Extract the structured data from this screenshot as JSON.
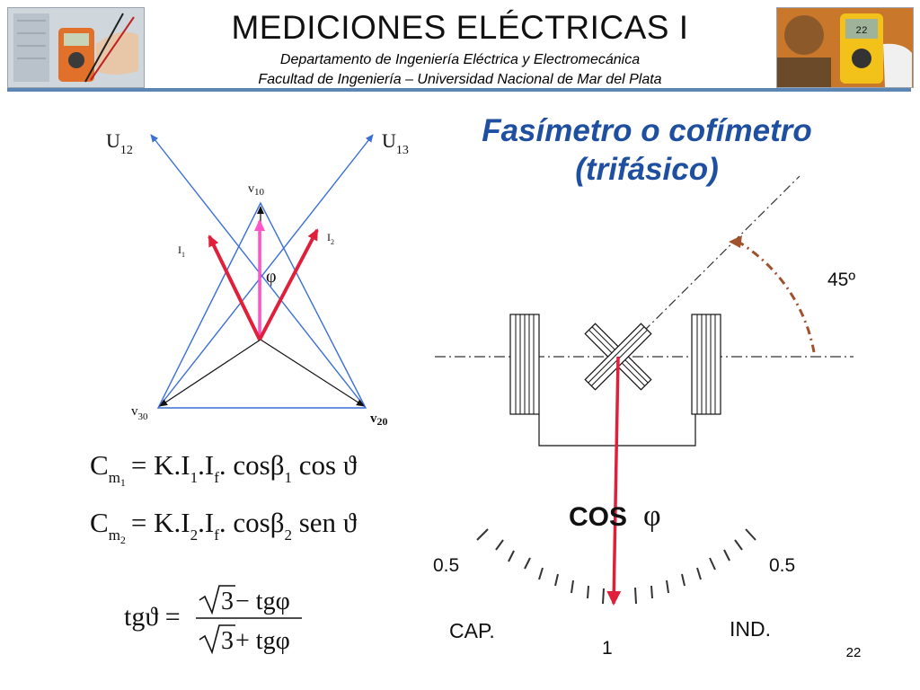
{
  "header": {
    "title": "MEDICIONES ELÉCTRICAS I",
    "subtitle_line1": "Departamento de Ingeniería Eléctrica y Electromecánica",
    "subtitle_line2": "Facultad de Ingeniería – Universidad Nacional de Mar del Plata"
  },
  "slide": {
    "heading_line1": "Fasímetro o cofímetro",
    "heading_line2": "(trifásico)",
    "page_number": "22"
  },
  "phasor_diagram": {
    "u12_label": "U",
    "u12_sub": "12",
    "u13_label": "U",
    "u13_sub": "13",
    "v10_label": "v",
    "v10_sub": "10",
    "v20_label": "v",
    "v20_sub": "20",
    "v30_label": "v",
    "v30_sub": "30",
    "i1_label": "I",
    "i1_sub": "1",
    "i2_label": "I",
    "i2_sub": "2",
    "phi_symbol": "φ"
  },
  "equations": {
    "cm1_lhs": "C",
    "cm1_lhs_sub": "m",
    "cm1_lhs_subsub": "1",
    "cm1_rhs_a": "= K.I",
    "cm1_rhs_a_sub": "1",
    "cm1_rhs_b": ".I",
    "cm1_rhs_b_sub": "f",
    "cm1_rhs_c": ". cosβ",
    "cm1_rhs_c_sub": "1",
    "cm1_rhs_d": " cos ϑ",
    "cm2_lhs": "C",
    "cm2_lhs_sub": "m",
    "cm2_lhs_subsub": "2",
    "cm2_rhs_a": "= K.I",
    "cm2_rhs_a_sub": "2",
    "cm2_rhs_b": ".I",
    "cm2_rhs_b_sub": "f",
    "cm2_rhs_c": ". cosβ",
    "cm2_rhs_c_sub": "2",
    "cm2_rhs_d": " sen ϑ",
    "tg_lhs": "tgϑ =",
    "numerator_sqrt": "3",
    "numerator_rest": " − tgφ",
    "denominator_sqrt": "3",
    "denominator_rest": " + tgφ"
  },
  "instrument": {
    "angle_label": "45º",
    "cos_label": "COS",
    "phi_symbol": "φ",
    "scale_left": "0.5",
    "scale_right": "0.5",
    "scale_center": "1",
    "cap_label": "CAP.",
    "ind_label": "IND."
  },
  "colors": {
    "title_blue": "#1f4fa0",
    "phasor_blue": "#3a6fd8",
    "current_red": "#e0203a",
    "voltage_magenta": "#ff55c8",
    "arc_brown": "#a0522d",
    "header_rule": "#5b86b3"
  }
}
